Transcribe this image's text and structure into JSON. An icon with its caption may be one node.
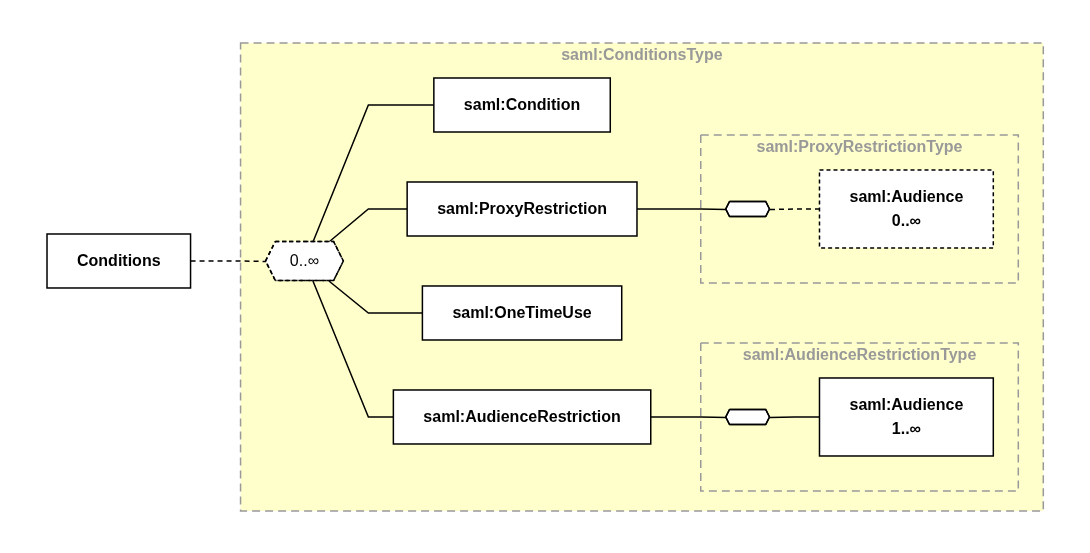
{
  "diagram": {
    "nodes": [
      {
        "text": [
          "Conditions"
        ]
      },
      {
        "text": [
          "saml:ConditionsType"
        ]
      },
      {
        "text": [
          "0..∞"
        ],
        "in": 1
      },
      {
        "text": [
          "saml:Condition"
        ],
        "in": 1
      },
      {
        "text": [
          "saml:AudienceRestriction"
        ],
        "in": 1
      },
      {
        "text": [
          "saml:AudienceRestrictionType"
        ],
        "in": 1
      },
      {
        "text": [],
        "shape": "octagon",
        "in": 5
      },
      {
        "text": [
          "saml:Audience",
          "1..∞"
        ],
        "in": 5
      },
      {
        "text": [
          "saml:OneTimeUse"
        ],
        "in": 1
      },
      {
        "text": [
          "saml:ProxyRestriction"
        ],
        "in": 1
      },
      {
        "text": [
          "saml:ProxyRestrictionType"
        ],
        "in": 1
      },
      {
        "text": [],
        "shape": "octagon",
        "in": 10
      },
      {
        "text": [
          "saml:Audience",
          "0..∞"
        ],
        "in": 10
      }
    ],
    "edges": [
      {
        "from": 0,
        "to": 2,
        "arrow": "none",
        "style": "dashed"
      },
      {
        "from": 2,
        "to": 3,
        "arrow": "none"
      },
      {
        "from": 2,
        "to": 4,
        "arrow": "none"
      },
      {
        "from": 2,
        "to": 8,
        "arrow": "none"
      },
      {
        "from": 2,
        "to": 9,
        "arrow": "none"
      },
      {
        "from": 4,
        "to": 6,
        "arrow": "none"
      },
      {
        "from": 6,
        "to": 7,
        "arrow": "none"
      },
      {
        "from": 9,
        "to": 11,
        "arrow": "none"
      },
      {
        "from": 11,
        "to": 12,
        "arrow": "none",
        "style": "dashed"
      }
    ]
  }
}
